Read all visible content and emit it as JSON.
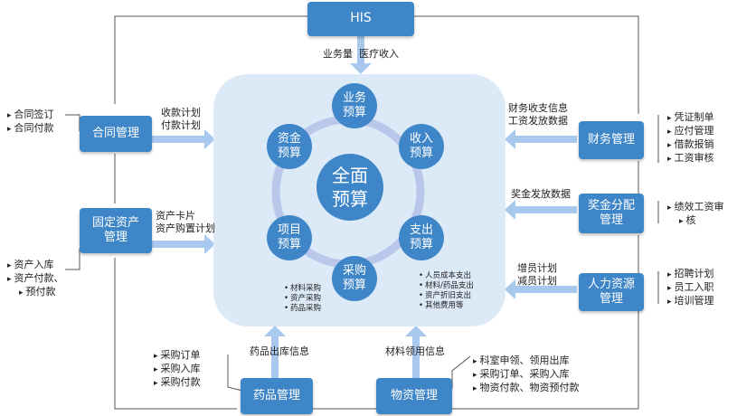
{
  "his": {
    "label": "HIS",
    "flow": [
      "业务量",
      "医疗收入"
    ]
  },
  "center": {
    "label_line1": "全面",
    "label_line2": "预算"
  },
  "budgets": {
    "business": [
      "业务",
      "预算"
    ],
    "income": [
      "收入",
      "预算"
    ],
    "expense": [
      "支出",
      "预算"
    ],
    "purchase": [
      "采购",
      "预算"
    ],
    "project": [
      "项目",
      "预算"
    ],
    "capital": [
      "资金",
      "预算"
    ]
  },
  "purchase_items": [
    "材料采购",
    "资产采购",
    "药品采购"
  ],
  "expense_items": [
    "人员成本支出",
    "材料/药品支出",
    "资产折旧支出",
    "其他费用等"
  ],
  "contract": {
    "label": "合同管理",
    "bullets": [
      "合同签订",
      "合同付款"
    ],
    "flow": [
      "收款计划",
      "付款计划"
    ]
  },
  "fixed_asset": {
    "label_line1": "固定资产",
    "label_line2": "管理",
    "bullets": [
      "资产入库",
      "资产付款、",
      "预付款"
    ],
    "flow": [
      "资产卡片",
      "资产购置计划"
    ]
  },
  "finance": {
    "label": "财务管理",
    "bullets": [
      "凭证制单",
      "应付管理",
      "借款报销",
      "工资审核"
    ],
    "flow": [
      "财务收支信息",
      "工资发放数据"
    ]
  },
  "bonus": {
    "label_line1": "奖金分配",
    "label_line2": "管理",
    "bullets": [
      "绩效工资审",
      "核"
    ],
    "flow": [
      "奖金发放数据"
    ]
  },
  "hr": {
    "label_line1": "人力资源",
    "label_line2": "管理",
    "bullets": [
      "招聘计划",
      "员工入职",
      "培训管理"
    ],
    "flow": [
      "增员计划",
      "减员计划"
    ]
  },
  "drug": {
    "label": "药品管理",
    "bullets": [
      "采购订单",
      "采购入库",
      "采购付款"
    ],
    "flow": [
      "药品出库信息"
    ]
  },
  "material": {
    "label": "物资管理",
    "bullets": [
      "科室申领、领用出库",
      "采购订单、采购入库",
      "物资付款、物资预付款"
    ],
    "flow": [
      "材料领用信息"
    ]
  },
  "colors": {
    "module": "#3f86c8",
    "center_bg": "#dce9f7",
    "ring": "#b9c8ea",
    "arrow": "#a9c8ee",
    "line": "#555555"
  }
}
